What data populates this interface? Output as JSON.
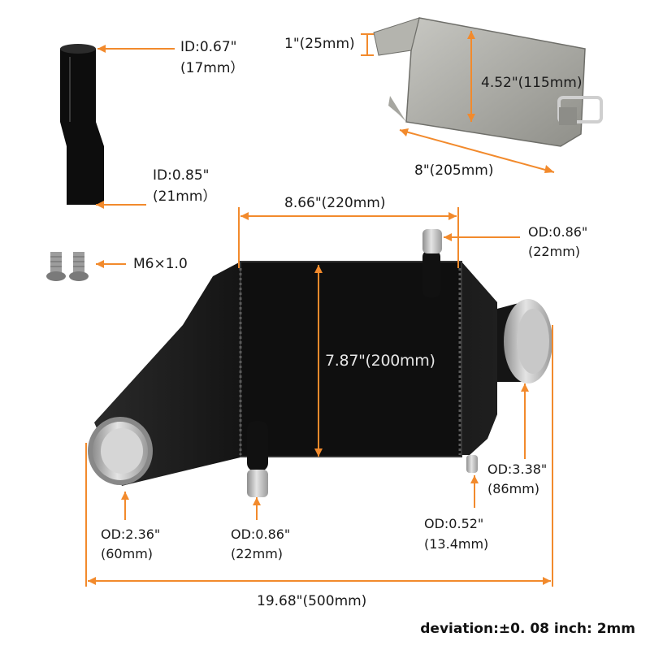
{
  "colors": {
    "dimension": "#f28a2c",
    "body": "#111111",
    "metal": "#b9b9b9",
    "text": "#1a1a1a"
  },
  "labels": {
    "hose_id_top": "ID:0.67\"",
    "hose_id_top_mm": "(17mm）",
    "hose_id_bottom": "ID:0.85\"",
    "hose_id_bottom_mm": "(21mm）",
    "bolt_thread": "M6×1.0",
    "bracket_height": "1\"(25mm)",
    "bracket_width": "4.52\"(115mm)",
    "bracket_length": "8\"(205mm)",
    "core_width": "8.66\"(220mm)",
    "core_height": "7.87\"(200mm)",
    "outlet_top_od": "OD:0.86\"",
    "outlet_top_mm": "(22mm)",
    "inlet_od": "OD:2.36\"",
    "inlet_mm": "(60mm)",
    "bottom_port_od": "OD:0.86\"",
    "bottom_port_mm": "(22mm)",
    "drain_od": "OD:0.52\"",
    "drain_mm": "(13.4mm)",
    "outlet_od": "OD:3.38\"",
    "outlet_mm": "(86mm)",
    "overall_length": "19.68\"(500mm)",
    "deviation": "deviation:±0. 08 inch: 2mm"
  }
}
